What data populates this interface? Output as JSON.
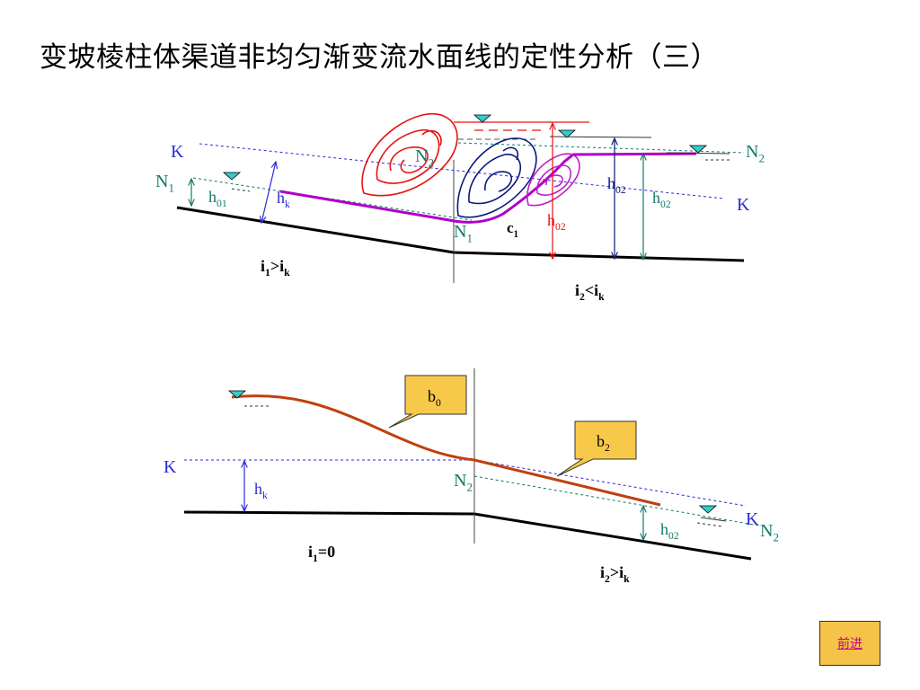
{
  "title": "变坡棱柱体渠道非均匀渐变流水面线的定性分析（三）",
  "nav": {
    "next_label": "前进"
  },
  "colors": {
    "critical_line": "#2a2ad8",
    "normal_line": "#117a6a",
    "profile_upper": "#b000c8",
    "profile_lower": "#c04010",
    "callout_fill": "#f8c84a",
    "eddy_red": "#e81010",
    "eddy_navy": "#0a1a78",
    "eddy_magenta": "#c020c8",
    "water_icon": "#33cccc"
  },
  "upper": {
    "K_left": "K",
    "K_right": "K",
    "N1_left": "N1",
    "N2_top": "N2",
    "N1_joint": "N1",
    "N2_right": "N2",
    "h01": "h01",
    "hk": "hk",
    "c1": "c1",
    "h02_red": "h02",
    "h02_navy": "h02",
    "h02_teal": "h02",
    "slope1": "i1>ik",
    "slope2": "i2<ik"
  },
  "lower": {
    "K_left": "K",
    "K_right": "K",
    "N2_joint": "N2",
    "N2_right": "N2",
    "hk": "hk",
    "h02": "h02",
    "b0": "b0",
    "b2": "b2",
    "slope1": "i1=0",
    "slope2": "i2>ik"
  }
}
